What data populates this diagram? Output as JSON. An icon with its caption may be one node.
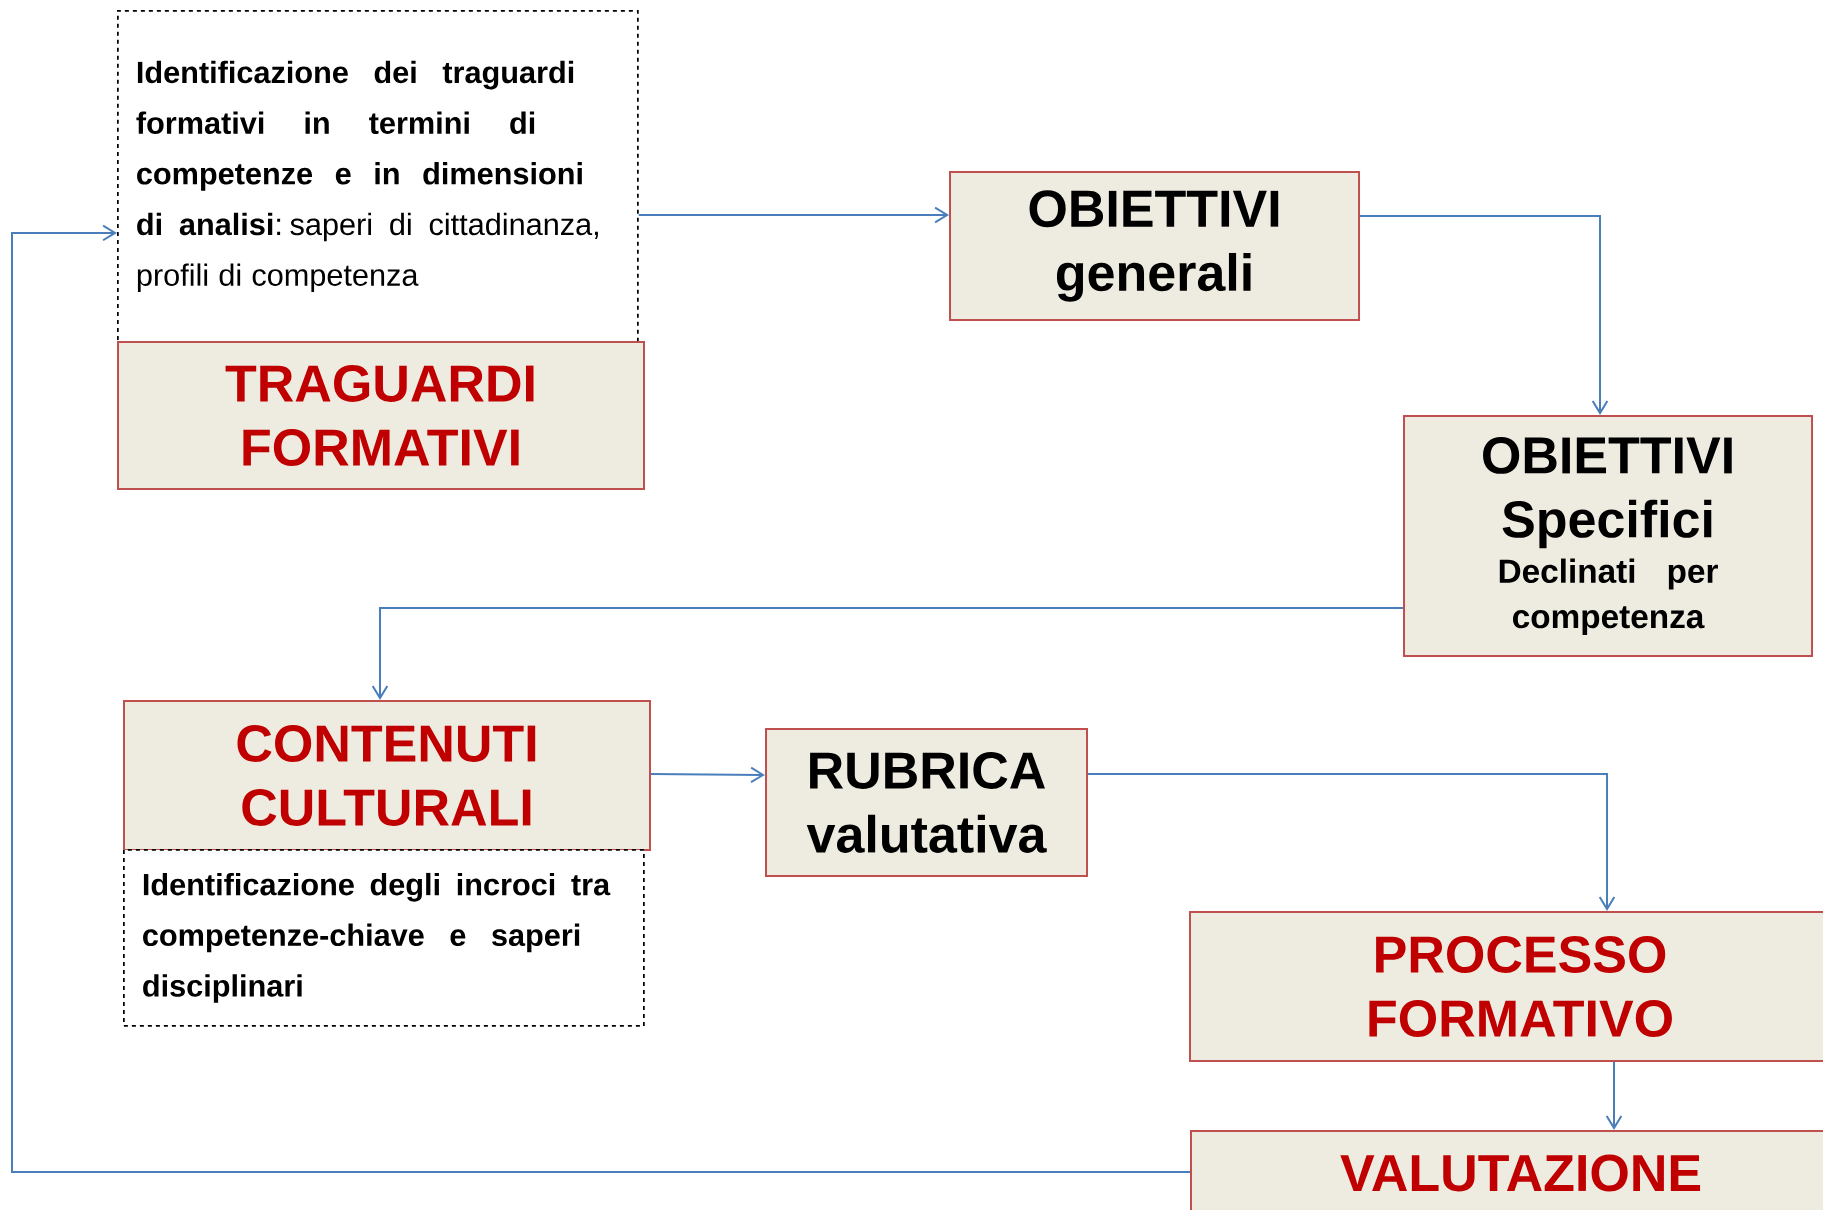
{
  "diagram": {
    "nodes": [
      {
        "text": [
          "**Identificazione dei traguardi formativi in termini di competenze e in dimensioni di analisi**: saperi di cittadinanza, profili di competenza"
        ]
      },
      {
        "text": [
          "TRAGUARDI FORMATIVI"
        ]
      },
      {
        "text": [
          "OBIETTIVI generali"
        ]
      },
      {
        "text": [
          "OBIETTIVI Specifici",
          "Declinati per competenza"
        ]
      },
      {
        "text": [
          "CONTENUTI CULTURALI"
        ]
      },
      {
        "text": [
          "Identificazione degli incroci tra competenze-chiave e saperi disciplinari"
        ]
      },
      {
        "text": [
          "RUBRICA valutativa"
        ]
      },
      {
        "text": [
          "PROCESSO FORMATIVO"
        ]
      },
      {
        "text": [
          "VALUTAZIONE"
        ]
      }
    ],
    "edges": [
      {
        "from": 0,
        "to": 2,
        "arrow": "to"
      },
      {
        "from": 2,
        "to": 3,
        "arrow": "to"
      },
      {
        "from": 3,
        "to": 4,
        "arrow": "to"
      },
      {
        "from": 4,
        "to": 6,
        "arrow": "to"
      },
      {
        "from": 6,
        "to": 7,
        "arrow": "to"
      },
      {
        "from": 7,
        "to": 8,
        "arrow": "to"
      },
      {
        "from": 8,
        "to": 0,
        "arrow": "to"
      }
    ]
  }
}
